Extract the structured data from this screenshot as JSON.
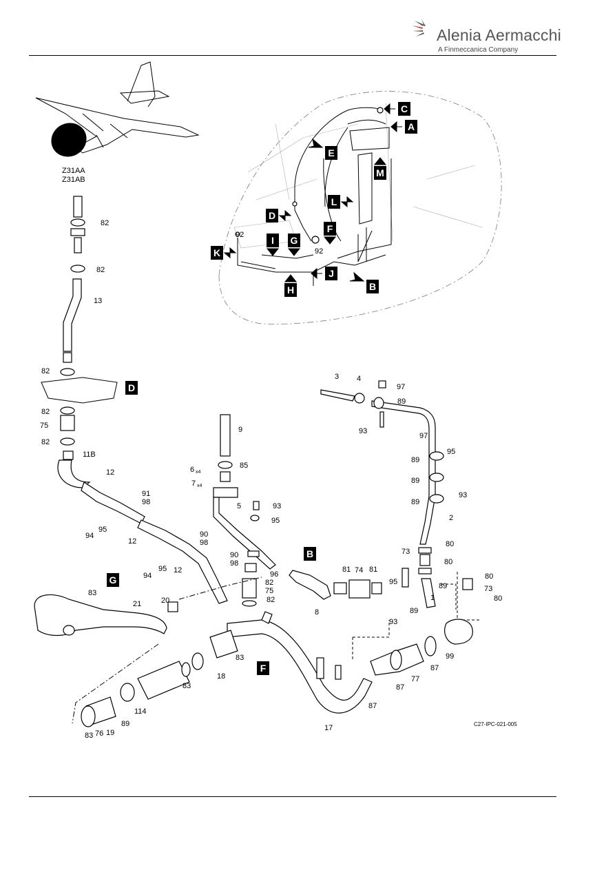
{
  "brand": {
    "name": "Alenia Aermacchi",
    "subtitle": "A Finmeccanica Company"
  },
  "zones": [
    "Z31AA",
    "Z31AB"
  ],
  "view_letters": [
    "A",
    "B",
    "C",
    "D",
    "E",
    "F",
    "G",
    "H",
    "I",
    "J",
    "K",
    "L",
    "M"
  ],
  "figure_ref": "C27-IPC-021-005",
  "quantity_marks": {
    "six": "x4",
    "seven": "x4"
  },
  "callouts": {
    "c1": "1",
    "c2": "2",
    "c3": "3",
    "c4": "4",
    "c5": "5",
    "c6": "6",
    "c7": "7",
    "c8": "8",
    "c9": "9",
    "c11B": "11B",
    "c12": "12",
    "c13": "13",
    "c17": "17",
    "c18": "18",
    "c19": "19",
    "c20": "20",
    "c21": "21",
    "c73": "73",
    "c74": "74",
    "c75": "75",
    "c76": "76",
    "c77": "77",
    "c80": "80",
    "c81": "81",
    "c82": "82",
    "c83": "83",
    "c85": "85",
    "c87": "87",
    "c89": "89",
    "c90": "90",
    "c91": "91",
    "c92": "92",
    "c93": "93",
    "c94": "94",
    "c95": "95",
    "c96": "96",
    "c97": "97",
    "c98": "98",
    "c99": "99",
    "c114": "114"
  }
}
